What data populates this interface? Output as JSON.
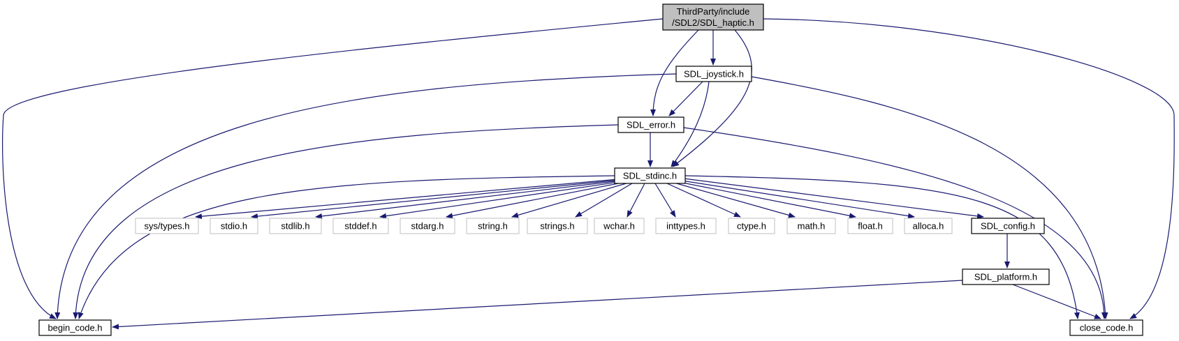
{
  "diagram": {
    "colors": {
      "edge": "#191970",
      "root_fill": "#bfbfbf",
      "node_border": "#000000",
      "system_border": "#bfbfbf",
      "text": "#000000"
    },
    "nodes": {
      "root": {
        "lines": [
          "ThirdParty/include",
          "/SDL2/SDL_haptic.h"
        ],
        "kind": "root"
      },
      "joystick": {
        "label": "SDL_joystick.h",
        "kind": "header"
      },
      "error": {
        "label": "SDL_error.h",
        "kind": "header"
      },
      "stdinc": {
        "label": "SDL_stdinc.h",
        "kind": "header"
      },
      "systypes": {
        "label": "sys/types.h",
        "kind": "system"
      },
      "stdio": {
        "label": "stdio.h",
        "kind": "system"
      },
      "stdlib": {
        "label": "stdlib.h",
        "kind": "system"
      },
      "stddef": {
        "label": "stddef.h",
        "kind": "system"
      },
      "stdarg": {
        "label": "stdarg.h",
        "kind": "system"
      },
      "string": {
        "label": "string.h",
        "kind": "system"
      },
      "strings": {
        "label": "strings.h",
        "kind": "system"
      },
      "wchar": {
        "label": "wchar.h",
        "kind": "system"
      },
      "inttypes": {
        "label": "inttypes.h",
        "kind": "system"
      },
      "ctype": {
        "label": "ctype.h",
        "kind": "system"
      },
      "math": {
        "label": "math.h",
        "kind": "system"
      },
      "float": {
        "label": "float.h",
        "kind": "system"
      },
      "alloca": {
        "label": "alloca.h",
        "kind": "system"
      },
      "config": {
        "label": "SDL_config.h",
        "kind": "header"
      },
      "platform": {
        "label": "SDL_platform.h",
        "kind": "header"
      },
      "begin": {
        "label": "begin_code.h",
        "kind": "header"
      },
      "close": {
        "label": "close_code.h",
        "kind": "header"
      }
    },
    "edges": [
      [
        "root",
        "begin"
      ],
      [
        "root",
        "close"
      ],
      [
        "root",
        "joystick"
      ],
      [
        "root",
        "error"
      ],
      [
        "root",
        "stdinc"
      ],
      [
        "joystick",
        "begin"
      ],
      [
        "joystick",
        "close"
      ],
      [
        "joystick",
        "error"
      ],
      [
        "joystick",
        "stdinc"
      ],
      [
        "error",
        "begin"
      ],
      [
        "error",
        "close"
      ],
      [
        "error",
        "stdinc"
      ],
      [
        "stdinc",
        "begin"
      ],
      [
        "stdinc",
        "close"
      ],
      [
        "stdinc",
        "systypes"
      ],
      [
        "stdinc",
        "stdio"
      ],
      [
        "stdinc",
        "stdlib"
      ],
      [
        "stdinc",
        "stddef"
      ],
      [
        "stdinc",
        "stdarg"
      ],
      [
        "stdinc",
        "string"
      ],
      [
        "stdinc",
        "strings"
      ],
      [
        "stdinc",
        "wchar"
      ],
      [
        "stdinc",
        "inttypes"
      ],
      [
        "stdinc",
        "ctype"
      ],
      [
        "stdinc",
        "math"
      ],
      [
        "stdinc",
        "float"
      ],
      [
        "stdinc",
        "alloca"
      ],
      [
        "stdinc",
        "config"
      ],
      [
        "config",
        "platform"
      ],
      [
        "platform",
        "begin"
      ],
      [
        "platform",
        "close"
      ]
    ]
  }
}
